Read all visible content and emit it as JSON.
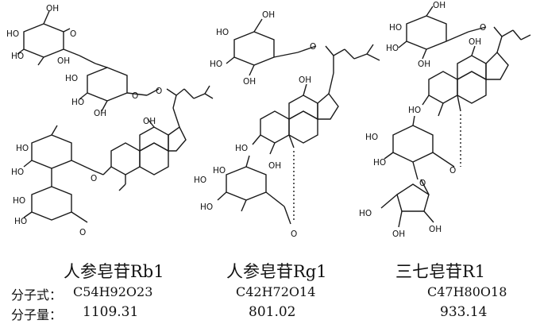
{
  "compounds": [
    {
      "name": "人参皂苷Rb1",
      "formula": "C54H92O23",
      "mw": "1109.31"
    },
    {
      "name": "人参皂苷Rg1",
      "formula": "C42H72O14",
      "mw": "801.02"
    },
    {
      "name": "三七皂苷R1",
      "formula": "C47H80O18",
      "mw": "933.14"
    }
  ],
  "labels": {
    "formula_label": "分子式：",
    "mw_label": "分子量："
  },
  "atoms": {
    "oh": "OH",
    "ho": "HO",
    "o": "O"
  }
}
